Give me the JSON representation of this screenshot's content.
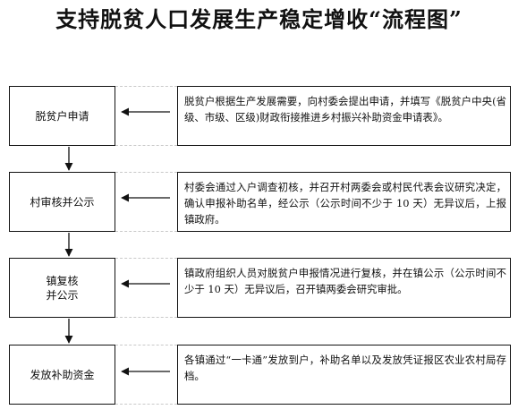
{
  "title": "支持脱贫人口发展生产稳定增收“流程图”",
  "steps": [
    {
      "label": "脱贫户申请",
      "description": "脱贫户根据生产发展需要，向村委会提出申请，并填写《脱贫户中央(省级、市级、区级)财政衔接推进乡村振兴补助资金申请表》。"
    },
    {
      "label": "村审核并公示",
      "description": "村委会通过入户调查初核，并召开村两委会或村民代表会议研究决定，确认申报补助名单，经公示（公示时间不少于 10 天）无异议后，上报镇政府。"
    },
    {
      "label": "镇复核\n并公示",
      "description": "镇政府组织人员对脱贫户申报情况进行复核，并在镇公示（公示时间不少于 10 天）无异议后，召开镇两委会研究审批。"
    },
    {
      "label": "发放补助资金",
      "description": "各镇通过“一卡通”发放到户，补助名单以及发放凭证报区农业农村局存档。"
    }
  ]
}
